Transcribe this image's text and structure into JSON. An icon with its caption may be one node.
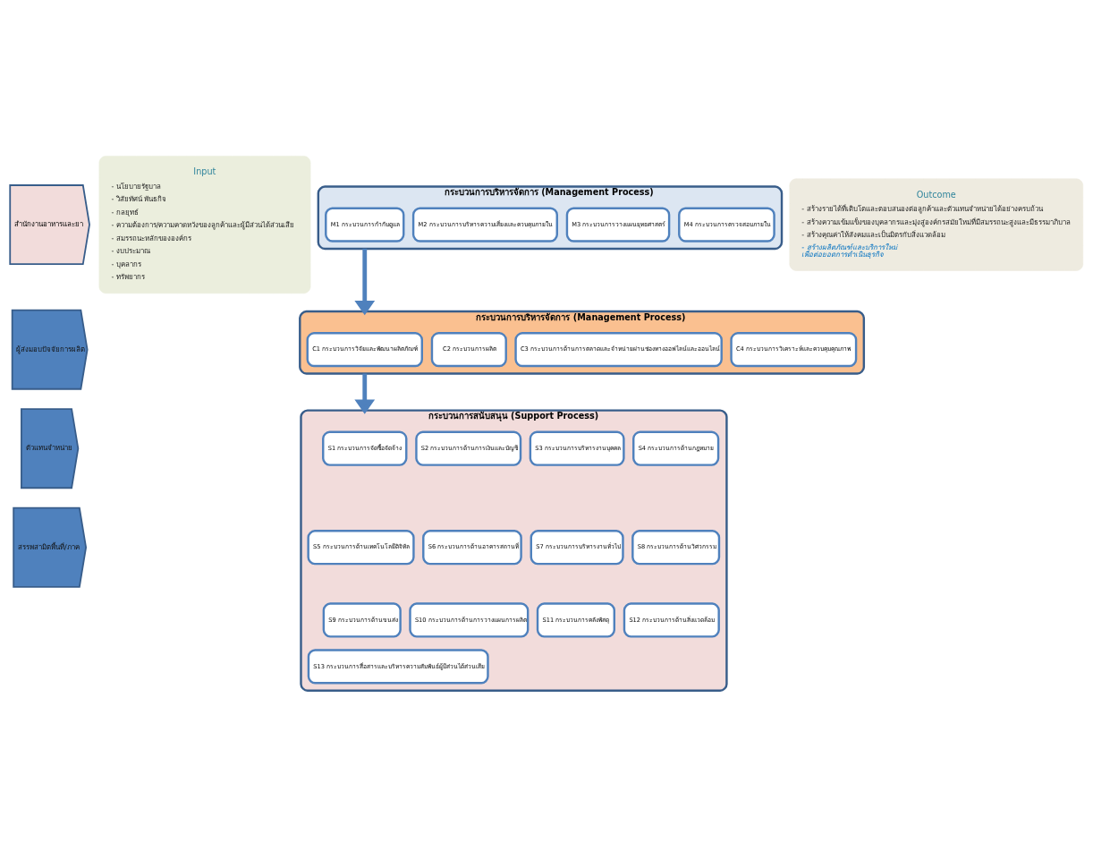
{
  "diagram": {
    "nodes": [
      {
        "text": [
          "สำนักงานอาหารและยา"
        ]
      },
      {
        "text": [
          "ผู้ส่งมอบปัจจัยการผลิต"
        ]
      },
      {
        "text": [
          "ตัวแทนจำหน่าย"
        ]
      },
      {
        "text": [
          "สรรพสามิตพื้นที่/ภาค"
        ]
      },
      {
        "text": [
          "Input",
          "- นโยบายรัฐบาล",
          "- วิสัยทัศน์ พันธกิจ",
          "- กลยุทธ์",
          "- ความต้องการ/ความคาดหวังของลูกค้าและผู้มีส่วนได้ส่วนเสีย",
          "- สมรรถนะหลักขององค์กร",
          "- งบประมาณ",
          "- บุคลากร",
          "- ทรัพยากร"
        ]
      },
      {
        "text": [
          "กระบวนการบริหารจัดการ (Management Process)"
        ]
      },
      {
        "text": [
          "M1 กระบวนการกำกับดูแล"
        ],
        "in": 5
      },
      {
        "text": [
          "M2 กระบวนการบริหารความเสี่ยงและควบคุมภายใน"
        ],
        "in": 5
      },
      {
        "text": [
          "M3 กระบวนการวางแผนยุทธศาสตร์"
        ],
        "in": 5
      },
      {
        "text": [
          "M4 กระบวนการตรวจสอบภายใน"
        ],
        "in": 5
      },
      {
        "text": [
          "กระบวนการบริหารจัดการ (Management Process)"
        ]
      },
      {
        "text": [
          "C1 กระบวนการวิจัยและพัฒนาผลิตภัณฑ์"
        ],
        "in": 10
      },
      {
        "text": [
          "C2 กระบวนการผลิต"
        ],
        "in": 10
      },
      {
        "text": [
          "C3 กระบวนการด้านการตลาดและจำหน่ายผ่านช่องทางออฟไลน์และออนไลน์"
        ],
        "in": 10
      },
      {
        "text": [
          "C4 กระบวนการวิเคราะห์และควบคุมคุณภาพ"
        ],
        "in": 10
      },
      {
        "text": [
          "กระบวนการสนับสนุน (Support Process)"
        ]
      },
      {
        "text": [
          "S1 กระบวนการจัดซื้อจัดจ้าง"
        ],
        "in": 15
      },
      {
        "text": [
          "S2 กระบวนการด้านการเงินและบัญชี"
        ],
        "in": 15
      },
      {
        "text": [
          "S3 กระบวนการบริหารงานบุคคล"
        ],
        "in": 15
      },
      {
        "text": [
          "S4 กระบวนการด้านกฎหมาย"
        ],
        "in": 15
      },
      {
        "text": [
          "S5 กระบวนการด้านเทคโนโลยีดิจิทัล"
        ],
        "in": 15
      },
      {
        "text": [
          "S6 กระบวนการด้านอาคารสถานที่"
        ],
        "in": 15
      },
      {
        "text": [
          "S7 กระบวนการบริหารงานทั่วไป"
        ],
        "in": 15
      },
      {
        "text": [
          "S8 กระบวนการด้านวิศวกรรม"
        ],
        "in": 15
      },
      {
        "text": [
          "S9 กระบวนการด้านขนส่ง"
        ],
        "in": 15
      },
      {
        "text": [
          "S10 กระบวนการด้านการวางแผนการผลิต"
        ],
        "in": 15
      },
      {
        "text": [
          "S11 กระบวนการคลังพัสดุ"
        ],
        "in": 15
      },
      {
        "text": [
          "S12 กระบวนการด้านสิ่งแวดล้อม"
        ],
        "in": 15
      },
      {
        "text": [
          "S13 กระบวนการสื่อสารและบริหารความสัมพันธ์ผู้มีส่วนได้ส่วนเสีย"
        ],
        "in": 15
      },
      {
        "text": [
          "Outcome",
          "- สร้างรายได้ที่เติบโตและตอบสนองต่อลูกค้าและตัวแทนจำหน่ายได้อย่างครบถ้วน",
          "- สร้างความเข้มแข็งของบุคลากรและมุ่งสู่องค์กรสมัยใหม่ที่มีสมรรถนะสูงและมีธรรมาภิบาล",
          "- สร้างคุณค่าให้สังคมและเป็นมิตรกับสิ่งแวดล้อม",
          "- สร้างผลิตภัณฑ์และบริการใหม่ เพื่อต่อยอดการดำเนินธุรกิจ"
        ]
      }
    ],
    "edges": [
      {
        "from": 5,
        "to": 10,
        "arrow": "to"
      },
      {
        "from": 10,
        "to": 15,
        "arrow": "to"
      }
    ]
  }
}
